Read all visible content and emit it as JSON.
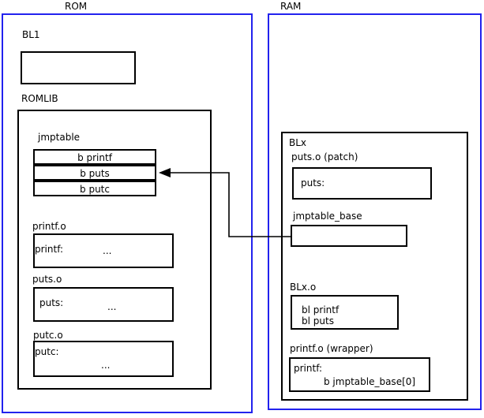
{
  "diagram": {
    "title_rom": "ROM",
    "title_ram": "RAM",
    "colors": {
      "region_border": "#2222ee",
      "box_border": "#000000",
      "background": "#ffffff",
      "text": "#000000"
    }
  },
  "rom": {
    "label": "ROM",
    "bl1": {
      "label": "BL1",
      "body": ""
    },
    "romlib": {
      "label": "ROMLIB",
      "jmptable": {
        "label": "jmptable",
        "rows": [
          {
            "text": "b printf"
          },
          {
            "text": "b puts"
          },
          {
            "text": "b putc"
          }
        ]
      },
      "objects": [
        {
          "label": "printf.o",
          "symbol": "printf:",
          "ellipsis": "..."
        },
        {
          "label": "puts.o",
          "symbol": "puts:",
          "ellipsis": "..."
        },
        {
          "label": "putc.o",
          "symbol": "putc:",
          "ellipsis": "..."
        }
      ]
    }
  },
  "ram": {
    "label": "RAM",
    "blx": {
      "label": "BLx",
      "puts_patch": {
        "label": "puts.o (patch)",
        "symbol": "puts:"
      },
      "jmptable_base": {
        "label": "jmptable_base",
        "body": ""
      },
      "blx_o": {
        "label": "BLx.o",
        "lines": [
          "bl printf",
          "bl puts"
        ]
      },
      "printf_wrapper": {
        "label": "printf.o (wrapper)",
        "symbol": "printf:",
        "instruction": "b jmptable_base[0]"
      }
    }
  },
  "connection": {
    "name": "jmptable-base-to-b-puts-arrow",
    "from": "jmptable_base",
    "to": "b puts"
  }
}
